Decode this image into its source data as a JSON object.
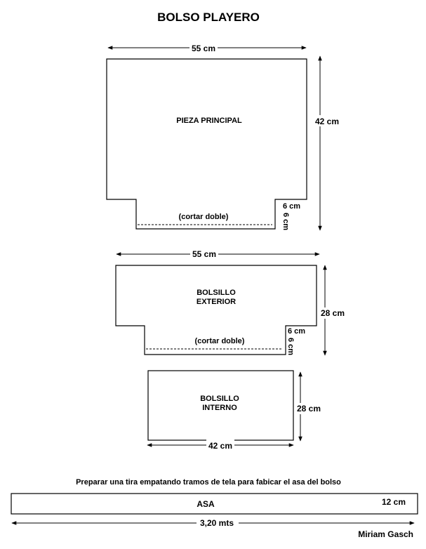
{
  "title": "BOLSO PLAYERO",
  "pieces": {
    "principal": {
      "name": "PIEZA PRINCIPAL",
      "width_label": "55 cm",
      "height_label": "42 cm",
      "cut_label": "6 cm",
      "cut_label_vertical": "6 cm",
      "fold_note": "(cortar doble)"
    },
    "exterior": {
      "name_line1": "BOLSILLO",
      "name_line2": "EXTERIOR",
      "width_label": "55 cm",
      "height_label": "28 cm",
      "cut_label": "6 cm",
      "cut_label_vertical": "6 cm",
      "fold_note": "(cortar doble)"
    },
    "interno": {
      "name_line1": "BOLSILLO",
      "name_line2": "INTERNO",
      "width_label": "42 cm",
      "height_label": "28 cm"
    }
  },
  "strap": {
    "instruction": "Preparar una tira empatando tramos de tela para fabicar el asa del bolso",
    "name": "ASA",
    "height_label": "12 cm",
    "length_label": "3,20 mts"
  },
  "author": "Miriam Gasch"
}
